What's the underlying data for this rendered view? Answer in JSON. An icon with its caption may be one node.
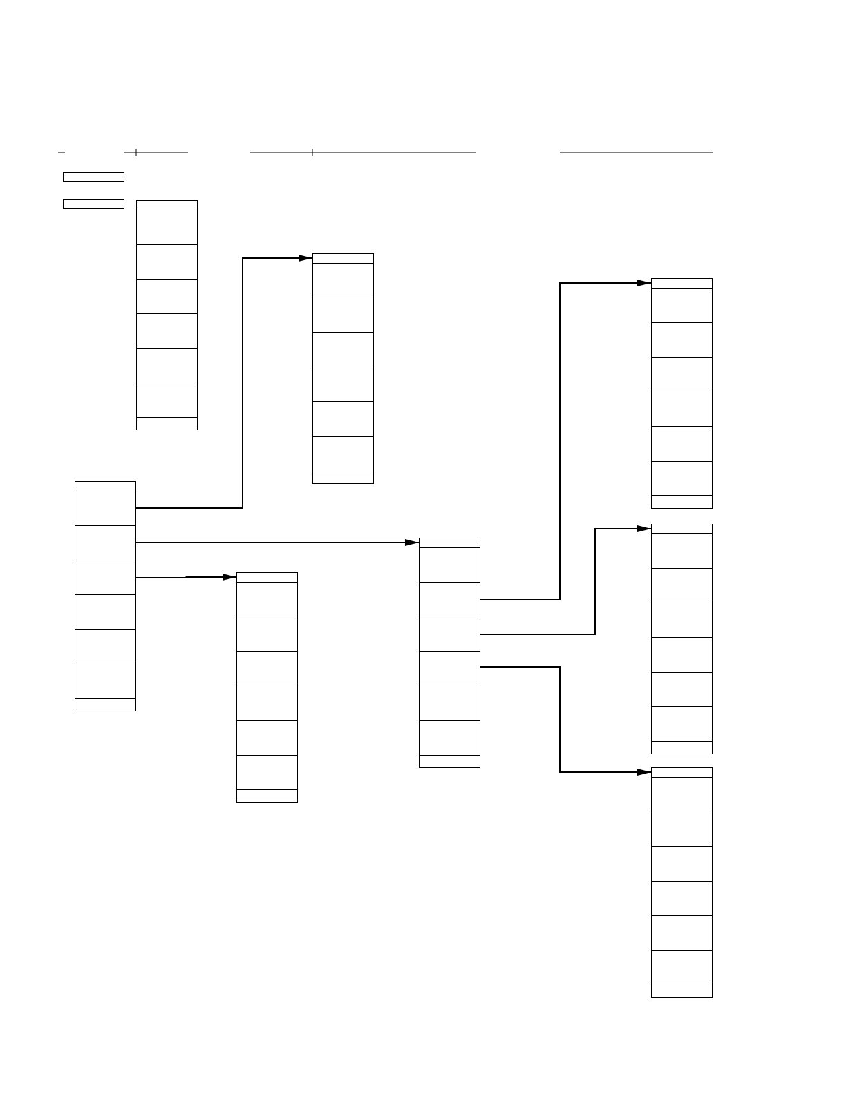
{
  "diagram": {
    "nodes": [
      {
        "text": [],
        "shape": "box"
      },
      {
        "text": [],
        "shape": "box"
      },
      {
        "text": [],
        "shape": "table"
      },
      {
        "text": [],
        "shape": "table"
      },
      {
        "text": [],
        "shape": "table"
      },
      {
        "text": [],
        "shape": "table"
      },
      {
        "text": [],
        "shape": "table"
      },
      {
        "text": [],
        "shape": "table"
      },
      {
        "text": [],
        "shape": "table"
      },
      {
        "text": [],
        "shape": "table"
      }
    ],
    "edges": [
      {
        "from": 5,
        "to": 3,
        "arrow": "to"
      },
      {
        "from": 5,
        "to": 7,
        "arrow": "to"
      },
      {
        "from": 5,
        "to": 8,
        "arrow": "to"
      },
      {
        "from": 7,
        "to": 4,
        "arrow": "to"
      },
      {
        "from": 7,
        "to": 6,
        "arrow": "to"
      },
      {
        "from": 7,
        "to": 9,
        "arrow": "to"
      }
    ]
  }
}
